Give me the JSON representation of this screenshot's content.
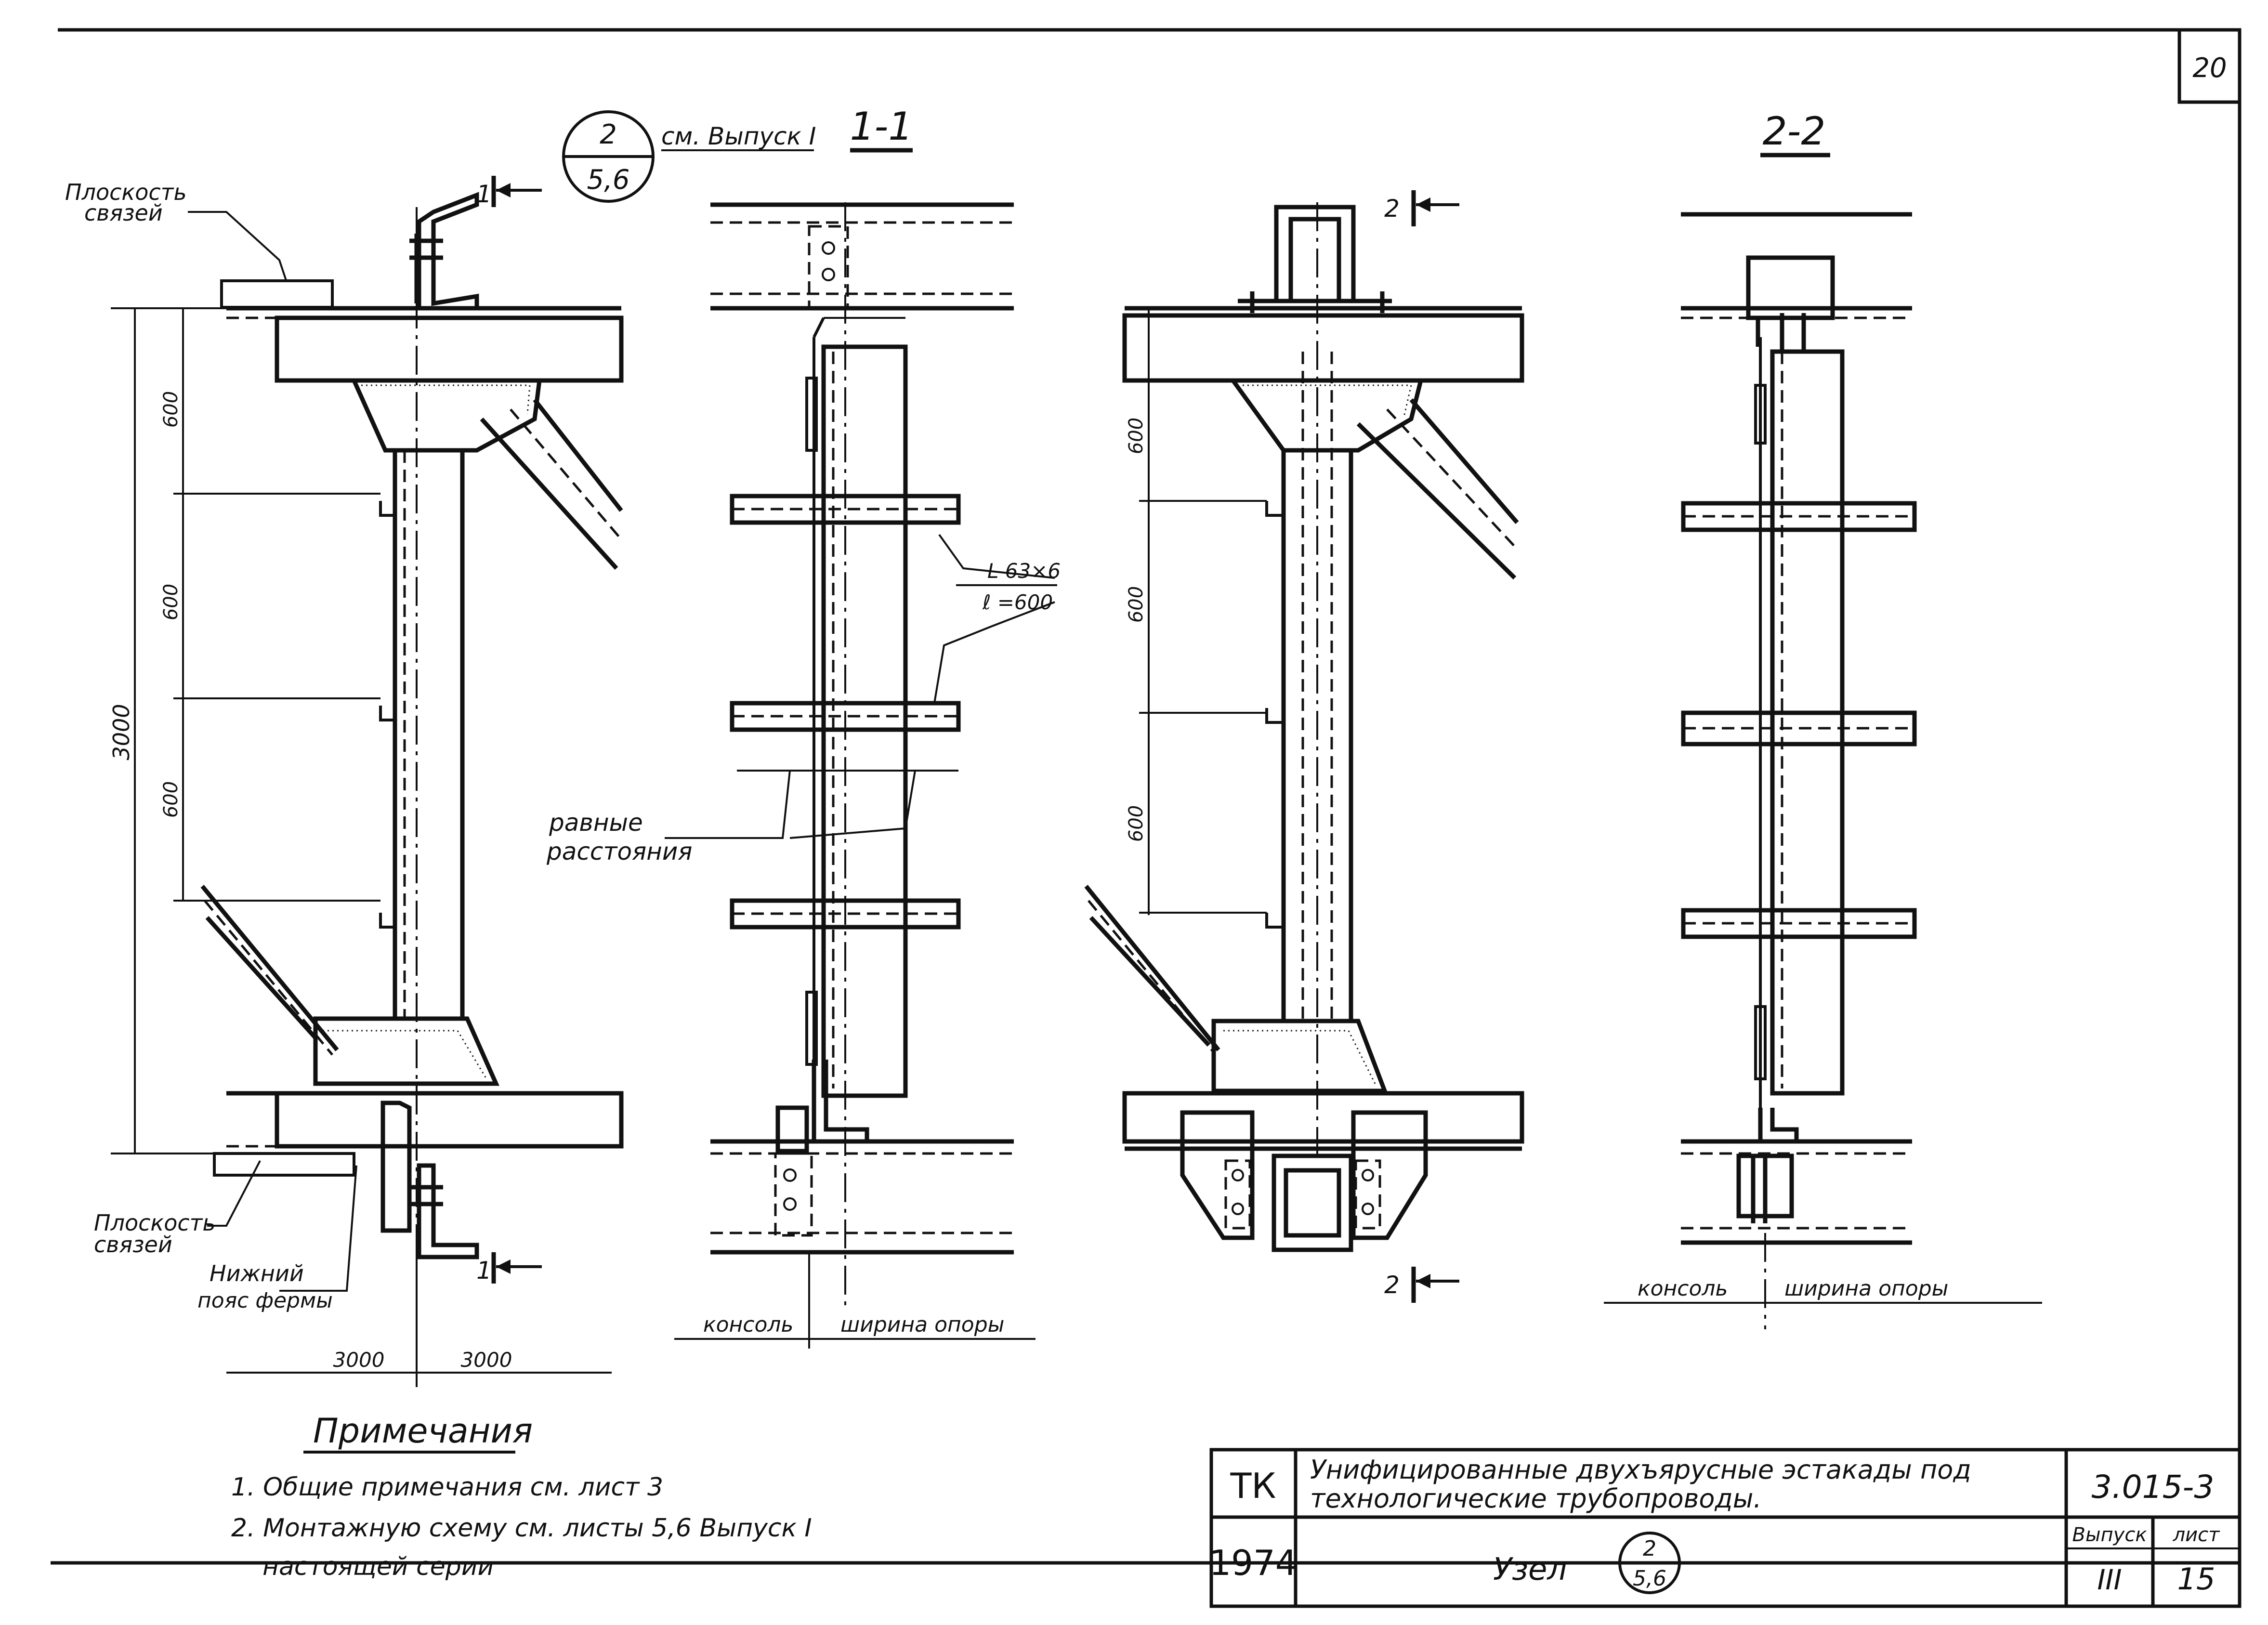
{
  "sheet_number": "20",
  "node_ref": {
    "numerator": "2",
    "denominator": "5,6",
    "note": "см. Выпуск I"
  },
  "sections": {
    "s11": "1-1",
    "s22": "2-2",
    "mark1": "1",
    "mark2": "2"
  },
  "labels": {
    "bracing_plane": [
      "Плоскость",
      "связей"
    ],
    "lower_chord": [
      "Нижний",
      "пояс фермы"
    ],
    "equal_distances": [
      "равные",
      "расстояния"
    ],
    "angle_spec": [
      "L 63×6",
      "ℓ =600"
    ],
    "console": "консоль",
    "support_width": "ширина опоры"
  },
  "dimensions": {
    "height_total": "3000",
    "spacings": [
      "600",
      "600",
      "600"
    ],
    "right_spacings": [
      "600",
      "600",
      "600"
    ],
    "bottom_left": "3000",
    "bottom_right": "3000"
  },
  "notes": {
    "title": "Примечания",
    "items": [
      "1. Общие примечания см. лист 3",
      "2. Монтажную схему см. листы 5,6 Выпуск I",
      "настоящей серии"
    ]
  },
  "title_block": {
    "org": "ТК",
    "year": "1974",
    "title": [
      "Унифицированные двухъярусные эстакады под",
      "технологические трубопроводы."
    ],
    "node_label": "Узел",
    "node_num": "2",
    "node_den": "5,6",
    "code": "3.015-3",
    "issue_label": "Выпуск",
    "issue": "III",
    "sheet_label": "лист",
    "sheet": "15"
  }
}
